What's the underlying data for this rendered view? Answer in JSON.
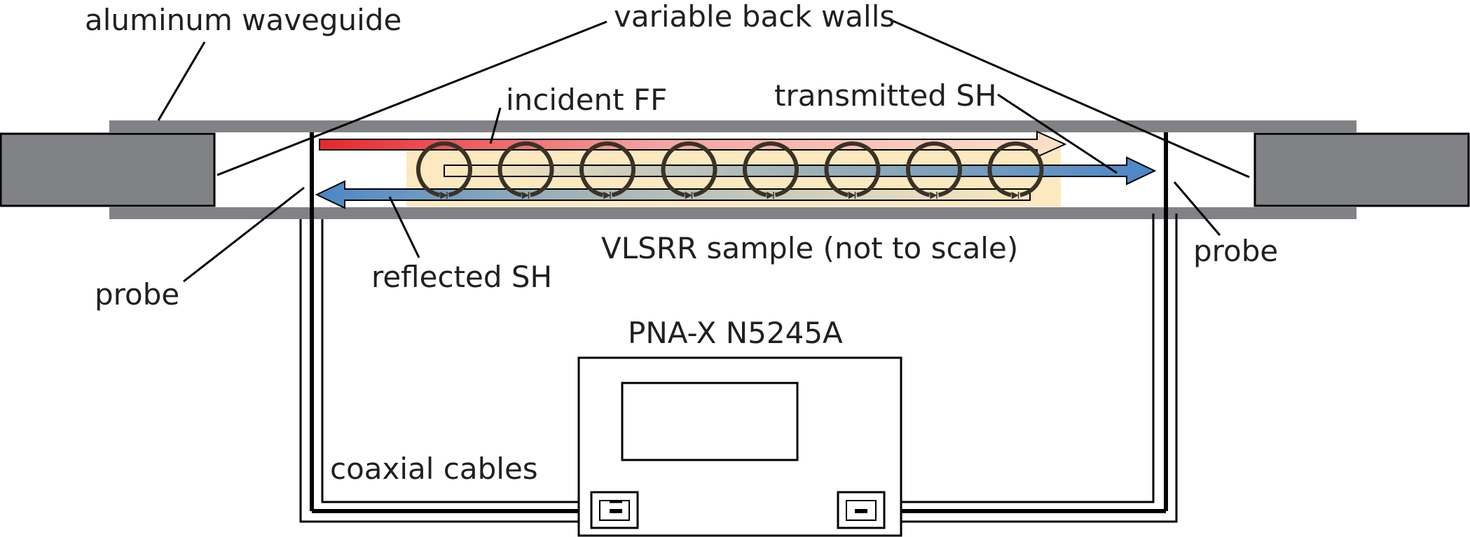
{
  "labels": {
    "aluminum_waveguide": "aluminum waveguide",
    "variable_back_walls": "variable back walls",
    "incident_ff": "incident FF",
    "transmitted_sh": "transmitted SH",
    "reflected_sh": "reflected SH",
    "sample": "VLSRR sample (not to scale)",
    "probe_left": "probe",
    "probe_right": "probe",
    "analyzer": "PNA-X N5245A",
    "coaxial_cables": "coaxial cables"
  },
  "resonator_count": 8,
  "colors": {
    "waveguide_wall": "#808285",
    "waveguide_block": "#808285",
    "sample_fill": "#fde9bf",
    "incident_start": "#e8262c",
    "incident_end": "#fde2c8",
    "reflected_start": "#4a86c8",
    "reflected_end": "#fde9bf",
    "transmitted_start": "#fde9bf",
    "transmitted_end": "#4a86c8",
    "resonator": "#3a3226",
    "line": "#000000"
  }
}
